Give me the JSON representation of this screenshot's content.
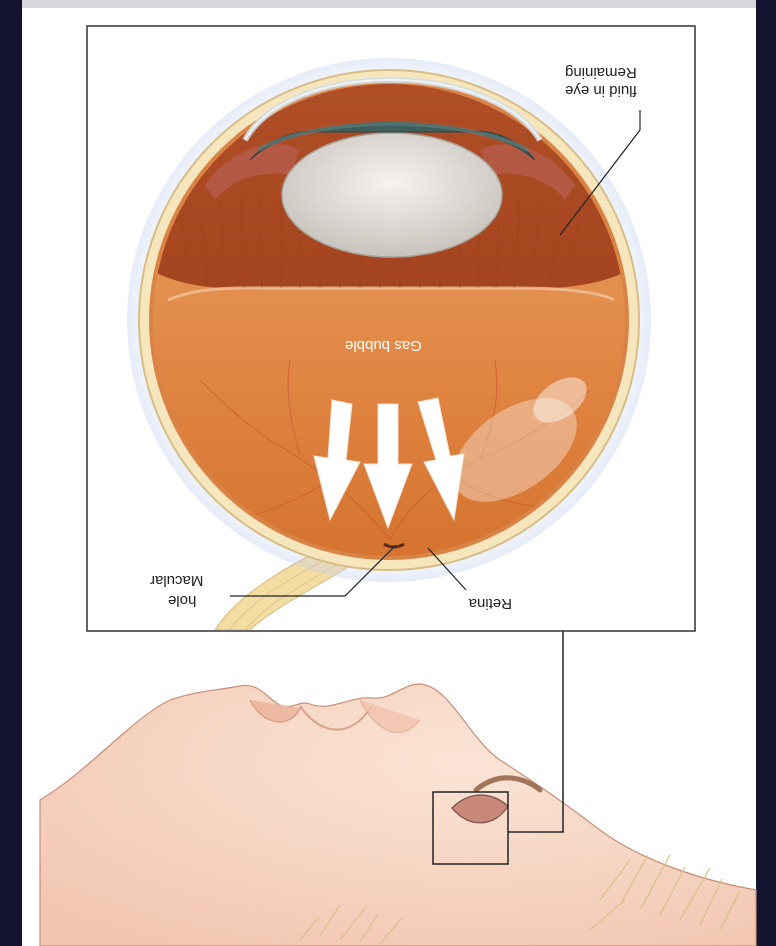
{
  "figure": {
    "header_text": "",
    "labels": {
      "remaining_fluid_line1": "Remaining",
      "remaining_fluid_line2": "fluid in eye",
      "gas_bubble": "Gas bubble",
      "macular_hole_line1": "Macular",
      "macular_hole_line2": "hole",
      "retina": "Retina"
    },
    "orientation": "rotated 180 degrees",
    "colors": {
      "frame_background": "#141330",
      "panel_background": "#ffffff",
      "vitreous_fluid": "#b3542a",
      "gas_bubble": "#e28a46",
      "lens": "#e8e4e0",
      "iris": "#3f5f5e",
      "sclera": "#f3e2b6",
      "skin": "#f7d6c4"
    }
  }
}
